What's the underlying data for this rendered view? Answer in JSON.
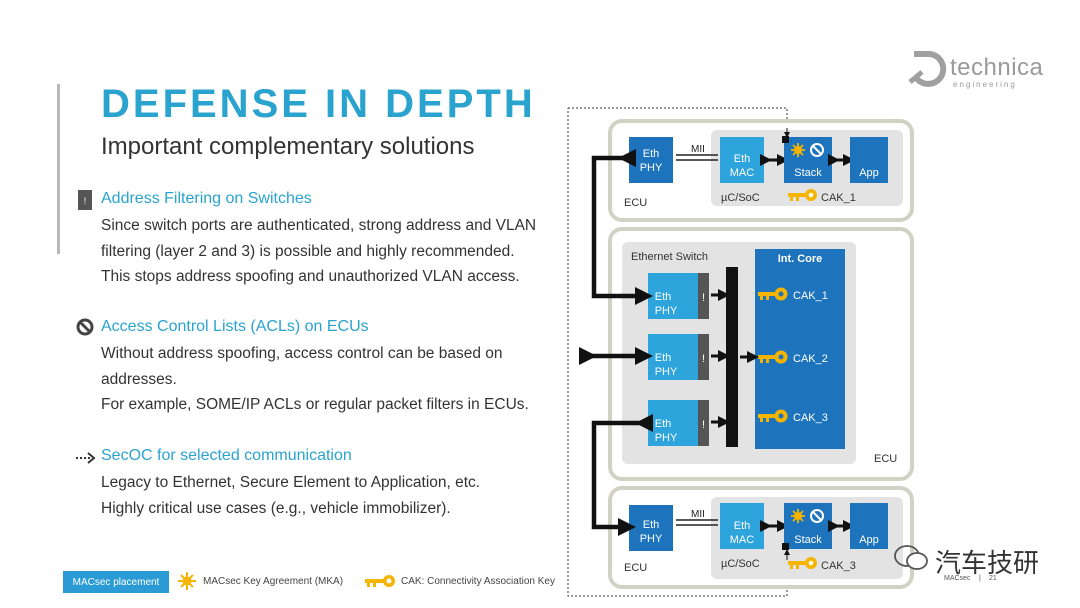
{
  "slide": {
    "title": "DEFENSE IN DEPTH",
    "subtitle": "Important complementary solutions"
  },
  "logo": {
    "name": "technica",
    "sub": "engineering"
  },
  "sections": [
    {
      "icon": "exclamation-icon",
      "heading": "Address Filtering on Switches",
      "lines": [
        "Since switch ports are authenticated, strong address and VLAN",
        "filtering (layer 2 and 3) is possible and highly recommended.",
        "This stops address spoofing and unauthorized VLAN access."
      ]
    },
    {
      "icon": "no-entry-icon",
      "heading": "Access Control Lists (ACLs) on ECUs",
      "lines": [
        "Without address spoofing, access control can be based on",
        "addresses.",
        "For example, SOME/IP ACLs or regular packet filters in ECUs."
      ]
    },
    {
      "icon": "dotted-arrow-icon",
      "heading": "SecOC for selected communication",
      "lines": [
        "Legacy to Ethernet, Secure Element to Application, etc.",
        "Highly critical use cases (e.g., vehicle immobilizer)."
      ]
    }
  ],
  "diagram": {
    "ecu_label": "ECU",
    "mii": "MII",
    "eth_phy": [
      "Eth",
      "PHY"
    ],
    "eth_mac": [
      "Eth",
      "MAC"
    ],
    "stack": "Stack",
    "app": "App",
    "soc": "µC/SoC",
    "cak1": "CAK_1",
    "cak2": "CAK_2",
    "cak3": "CAK_3",
    "switch_label": "Ethernet Switch",
    "int_core": "Int. Core",
    "excl": "!"
  },
  "legend": {
    "placement": "MACsec placement",
    "mka": "MACsec Key Agreement (MKA)",
    "cak": "CAK: Connectivity Association Key"
  },
  "footer": {
    "topic": "MACsec",
    "sep": "|",
    "page": "21",
    "watermark": "汽车技研"
  },
  "colors": {
    "accent": "#2aa3cf",
    "block_dark": "#1d74bd",
    "block_light": "#2ea4dc",
    "key": "#f4b400",
    "ecu_bg": "#e3e3e3"
  }
}
